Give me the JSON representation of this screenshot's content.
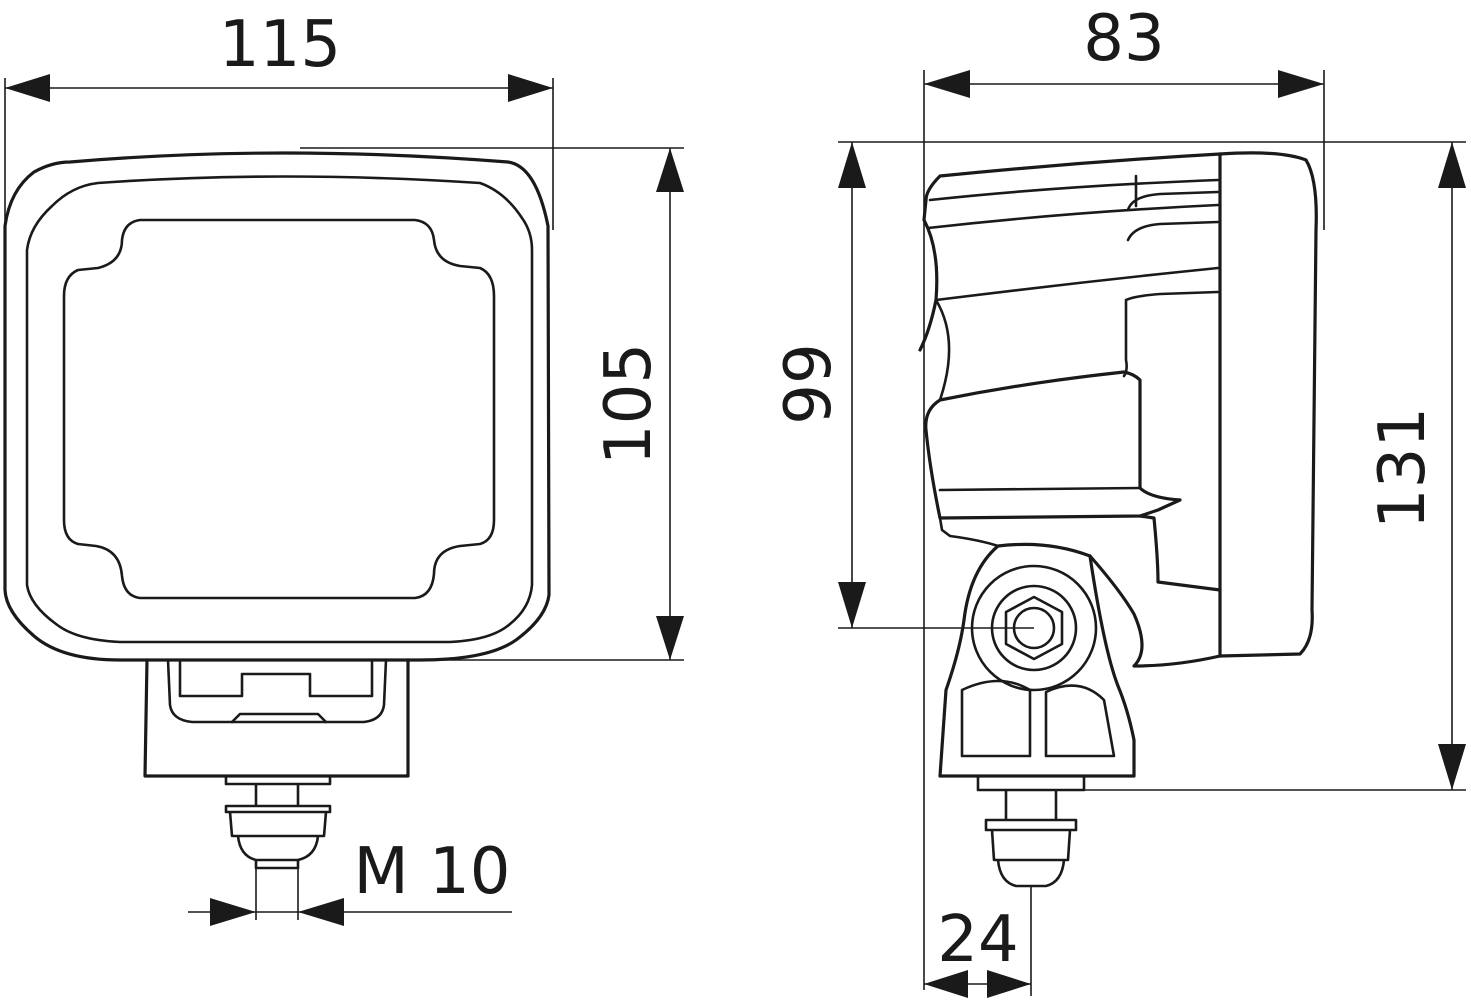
{
  "dimensions": {
    "front_width": "115",
    "front_height": "105",
    "thread": "M 10",
    "side_depth": "83",
    "side_center_height": "99",
    "side_total_height": "131",
    "bracket_width": "24"
  }
}
